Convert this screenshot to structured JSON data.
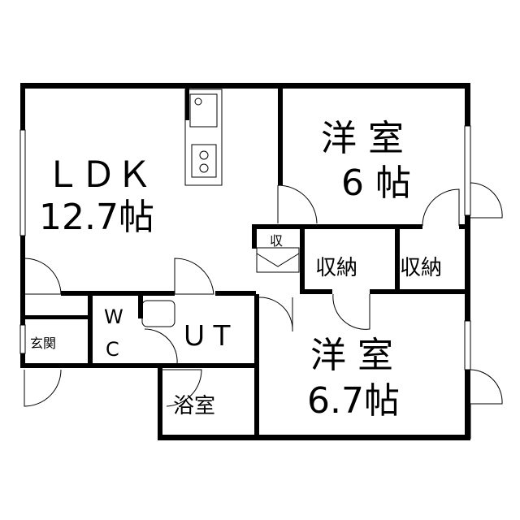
{
  "rooms": {
    "ldk": {
      "name": "ＬＤＫ",
      "size": "12.7帖"
    },
    "western1": {
      "name": "洋 室",
      "size": "6 帖"
    },
    "western2": {
      "name": "洋 室",
      "size": "6.7帖"
    },
    "closet_small": "収",
    "storage1": "収納",
    "storage2": "収納",
    "wc_w": "W",
    "wc_c": "C",
    "ut": "ＵＴ",
    "entrance": "玄関",
    "bath": "浴室"
  }
}
